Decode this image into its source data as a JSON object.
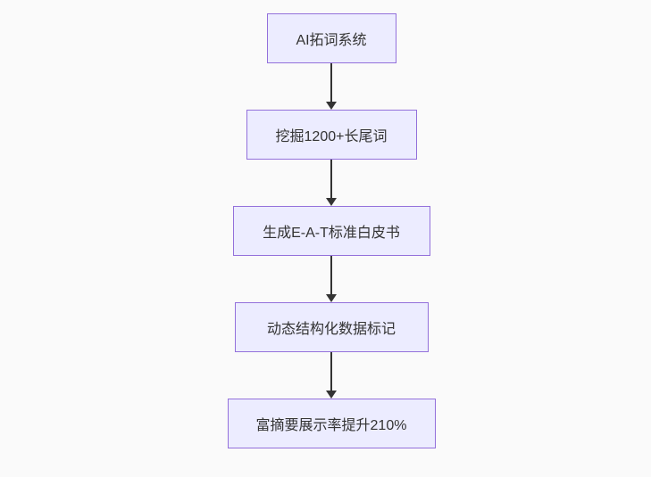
{
  "diagram": {
    "type": "flowchart",
    "direction": "top-down",
    "nodes": [
      {
        "id": "node-1",
        "label": "AI拓词系统"
      },
      {
        "id": "node-2",
        "label": "挖掘1200+长尾词"
      },
      {
        "id": "node-3",
        "label": "生成E-A-T标准白皮书"
      },
      {
        "id": "node-4",
        "label": "动态结构化数据标记"
      },
      {
        "id": "node-5",
        "label": "富摘要展示率提升210%"
      }
    ],
    "edges": [
      {
        "from": "node-1",
        "to": "node-2"
      },
      {
        "from": "node-2",
        "to": "node-3"
      },
      {
        "from": "node-3",
        "to": "node-4"
      },
      {
        "from": "node-4",
        "to": "node-5"
      }
    ],
    "colors": {
      "node_fill": "#ececff",
      "node_border": "#9370db",
      "edge": "#333333",
      "text": "#333333",
      "background": "#fafafa"
    }
  }
}
